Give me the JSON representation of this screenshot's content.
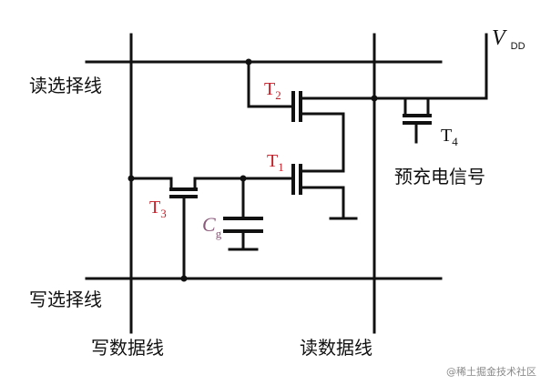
{
  "labels": {
    "read_select_line": "读选择线",
    "write_select_line": "写选择线",
    "write_data_line": "写数据线",
    "read_data_line": "读数据线",
    "precharge_signal": "预充电信号"
  },
  "transistors": {
    "t1": {
      "base": "T",
      "sub": "1"
    },
    "t2": {
      "base": "T",
      "sub": "2"
    },
    "t3": {
      "base": "T",
      "sub": "3"
    },
    "t4": {
      "base": "T",
      "sub": "4"
    }
  },
  "capacitor": {
    "base": "C",
    "sub": "g"
  },
  "supply": {
    "base": "V",
    "sub": "DD"
  },
  "watermark": "@稀土掘金技术社区",
  "colors": {
    "transistor_label_red": "#c8202a",
    "capacitor_label": "#8a5a7a",
    "line": "#111111"
  }
}
